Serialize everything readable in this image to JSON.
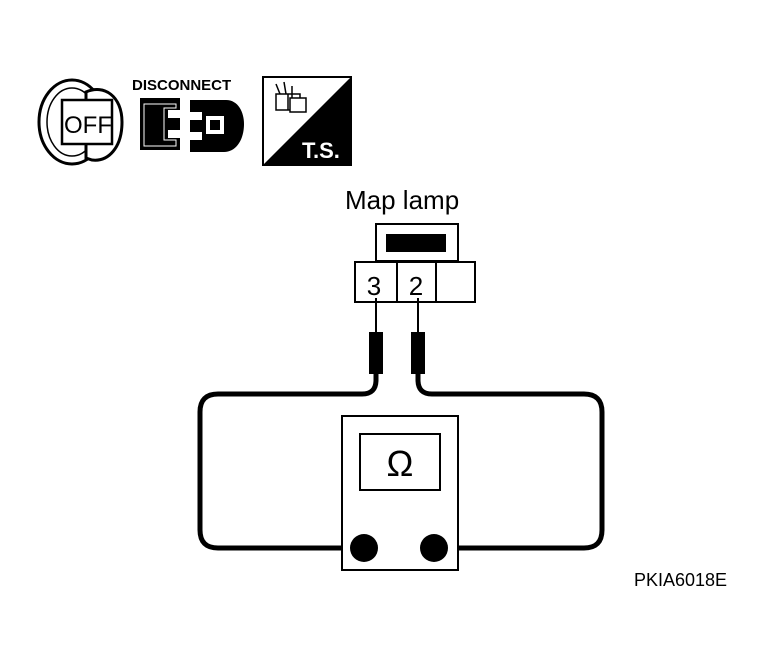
{
  "icons": {
    "ignition_off_label": "OFF",
    "disconnect_label": "DISCONNECT",
    "test_station_label": "T.S."
  },
  "diagram": {
    "component_label": "Map lamp",
    "terminals": [
      "3",
      "2"
    ],
    "meter_symbol": "Ω",
    "figure_code": "PKIA6018E"
  }
}
